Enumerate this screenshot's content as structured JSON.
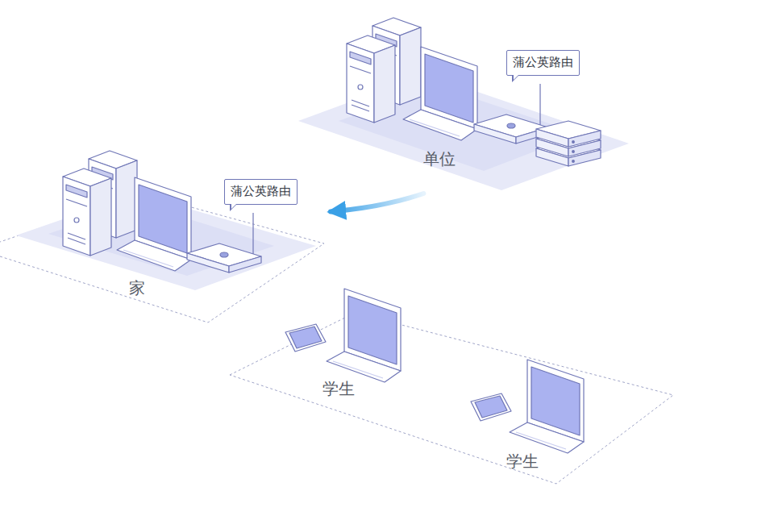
{
  "diagram": {
    "nodes": [
      {
        "text": [
          "单位"
        ]
      },
      {
        "text": [
          "蒲公英路由"
        ],
        "in": 0
      },
      {
        "text": [
          "家"
        ]
      },
      {
        "text": [
          "蒲公英路由"
        ],
        "in": 2
      }
    ],
    "edges": [
      {
        "from": 0,
        "to": 2,
        "arrow": "to"
      }
    ],
    "labels": [
      "学生",
      "学生"
    ]
  }
}
